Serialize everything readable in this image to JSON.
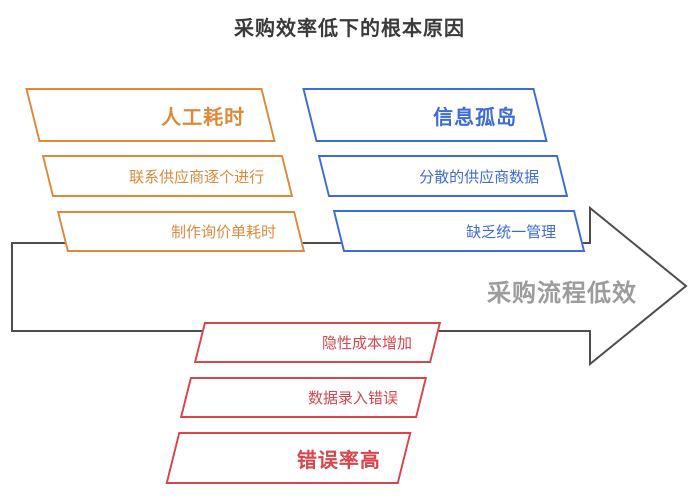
{
  "title": "采购效率低下的根本原因",
  "title_color": "#3A3A3A",
  "arrow": {
    "label": "采购流程低效",
    "stroke_color": "#4D4D4D",
    "label_color": "#9C9C9C",
    "direction": "right"
  },
  "groups": [
    {
      "position": "top-left",
      "color": "#DE8A3C",
      "header": "人工耗时",
      "items": [
        "联系供应商逐个进行",
        "制作询价单耗时"
      ]
    },
    {
      "position": "top-right",
      "color": "#3D6CD8",
      "header": "信息孤岛",
      "items": [
        "分散的供应商数据",
        "缺乏统一管理"
      ]
    },
    {
      "position": "bottom",
      "color": "#D9454C",
      "header": "错误率高",
      "items": [
        "隐性成本增加",
        "数据录入错误"
      ]
    }
  ]
}
